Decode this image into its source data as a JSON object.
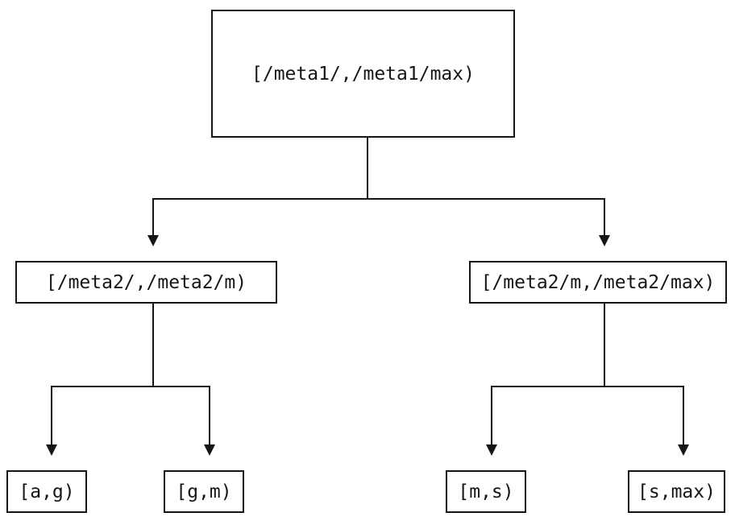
{
  "diagram": {
    "root": {
      "label": "[/meta1/,/meta1/max)"
    },
    "level2": [
      {
        "label": "[/meta2/,/meta2/m)"
      },
      {
        "label": "[/meta2/m,/meta2/max)"
      }
    ],
    "leaves": [
      {
        "label": "[a,g)"
      },
      {
        "label": "[g,m)"
      },
      {
        "label": "[m,s)"
      },
      {
        "label": "[s,max)"
      }
    ],
    "colors": {
      "stroke": "#161616",
      "background": "#ffffff"
    }
  }
}
